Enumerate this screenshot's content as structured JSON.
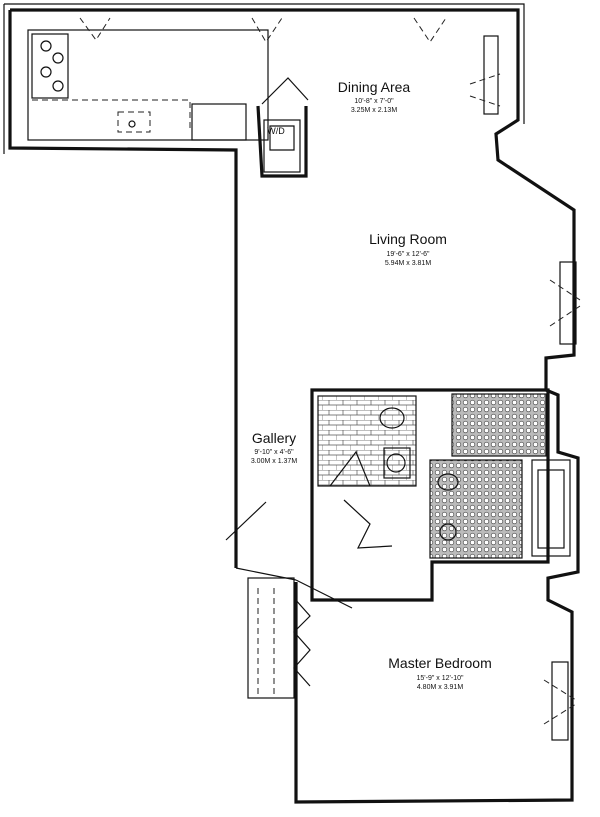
{
  "rooms": [
    {
      "name": "Dining Area",
      "dim_imperial": "10'-8\" x 7'-0\"",
      "dim_metric": "3.25M x 2.13M"
    },
    {
      "name": "Living Room",
      "dim_imperial": "19'-6\" x 12'-6\"",
      "dim_metric": "5.94M x 3.81M"
    },
    {
      "name": "Gallery",
      "dim_imperial": "9'-10\" x 4'-6\"",
      "dim_metric": "3.00M x 1.37M"
    },
    {
      "name": "Master Bedroom",
      "dim_imperial": "15'-9\" x 12'-10\"",
      "dim_metric": "4.80M x 3.91M"
    }
  ],
  "fixtures": {
    "washer_dryer": "W/D"
  }
}
